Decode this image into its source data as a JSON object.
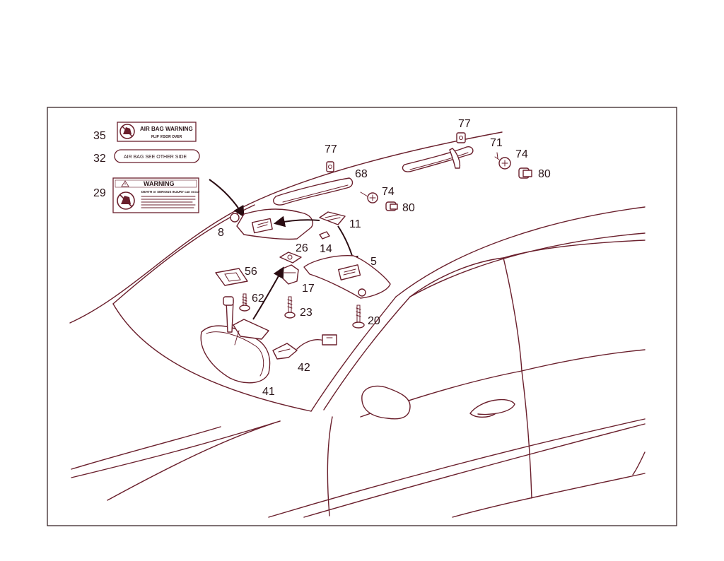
{
  "colors": {
    "line": "#6a1f2c",
    "text": "#2a1418",
    "background": "#ffffff"
  },
  "labels": {
    "l35": {
      "title": "AIR BAG WARNING",
      "sub": "FLIP VISOR OVER"
    },
    "l32": {
      "text": "AIR BAG SEE OTHER SIDE"
    },
    "l29": {
      "title": "WARNING",
      "line1": "DEATH or SERIOUS INJURY can occur"
    }
  },
  "callouts": {
    "n35": "35",
    "n32": "32",
    "n29": "29",
    "n77a": "77",
    "n77b": "77",
    "n68": "68",
    "n71": "71",
    "n74a": "74",
    "n74b": "74",
    "n80a": "80",
    "n80b": "80",
    "n8": "8",
    "n11": "11",
    "n14": "14",
    "n26": "26",
    "n5": "5",
    "n56": "56",
    "n17": "17",
    "n62": "62",
    "n23": "23",
    "n20": "20",
    "n42": "42",
    "n41": "41"
  },
  "icons": [
    "airbag-child-seat-icon",
    "warning-triangle-icon",
    "screw-icon",
    "clip-icon",
    "lamp-icon",
    "mirror-icon"
  ]
}
